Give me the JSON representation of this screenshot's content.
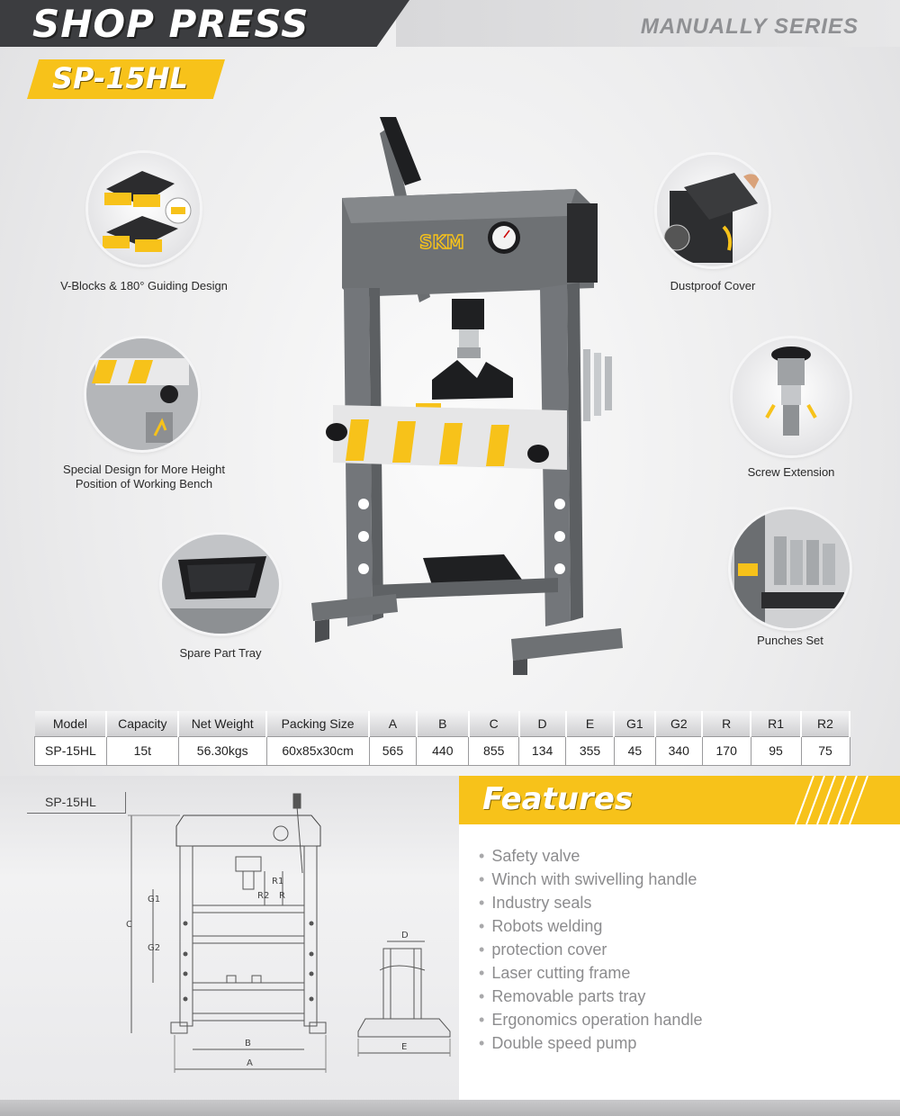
{
  "header": {
    "title": "SHOP PRESS",
    "series": "MANUALLY SERIES",
    "model": "SP-15HL"
  },
  "features_callouts": [
    {
      "label": "V-Blocks & 180° Guiding Design"
    },
    {
      "label": "Dustproof Cover"
    },
    {
      "label": "Special Design for More Height Position of Working Bench"
    },
    {
      "label": "Screw Extension"
    },
    {
      "label": "Spare Part Tray"
    },
    {
      "label": "Punches Set"
    }
  ],
  "press": {
    "brand": "SKM"
  },
  "spec_table": {
    "headers": [
      "Model",
      "Capacity",
      "Net Weight",
      "Packing Size",
      "A",
      "B",
      "C",
      "D",
      "E",
      "G1",
      "G2",
      "R",
      "R1",
      "R2"
    ],
    "row": [
      "SP-15HL",
      "15t",
      "56.30kgs",
      "60x85x30cm",
      "565",
      "440",
      "855",
      "134",
      "355",
      "45",
      "340",
      "170",
      "95",
      "75"
    ]
  },
  "drawing": {
    "tag": "SP-15HL",
    "labels": {
      "A": "A",
      "B": "B",
      "C": "C",
      "D": "D",
      "E": "E",
      "G1": "G1",
      "G2": "G2",
      "R": "R",
      "R1": "R1",
      "R2": "R2"
    }
  },
  "features": {
    "title": "Features",
    "items": [
      "Safety valve",
      "Winch with swivelling handle",
      "Industry seals",
      "Robots welding",
      "protection cover",
      "Laser cutting frame",
      "Removable parts tray",
      "Ergonomics operation handle",
      "Double speed pump"
    ]
  },
  "colors": {
    "accent": "#f7c21a",
    "dark": "#3c3d40",
    "frame": "#707376"
  }
}
